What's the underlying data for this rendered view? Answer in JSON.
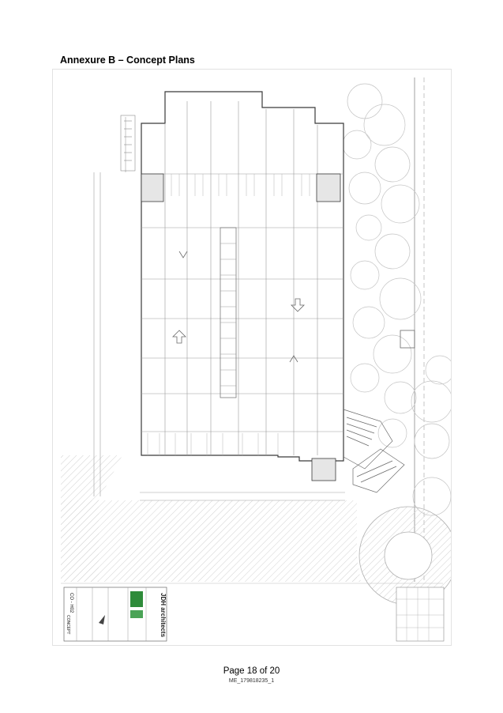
{
  "document": {
    "heading": "Annexure B – Concept Plans",
    "page_label": "Page 18 of 20",
    "doc_ref": "ME_179818235_1"
  },
  "drawing": {
    "firm_name": "JDH architects",
    "sheet_status": "CONCEPT",
    "sheet_number": "CO - H02"
  },
  "icons": {
    "north_arrow": "north-arrow-icon",
    "firm_logo": "firm-logo"
  },
  "colors": {
    "line": "#8a8a8a",
    "dark_line": "#3a3a3a",
    "hatch": "#cfcfcf",
    "logo_green": "#2e8b3a"
  }
}
